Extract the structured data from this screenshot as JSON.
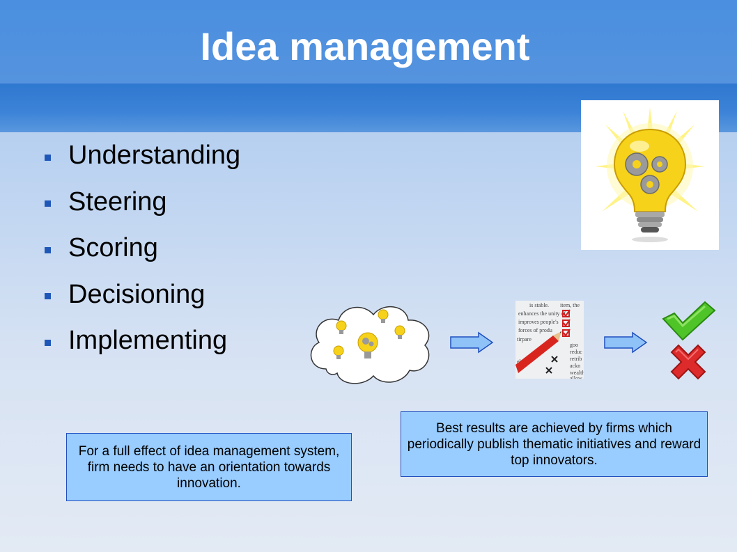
{
  "slide": {
    "title": "Idea management",
    "bullets": [
      {
        "label": "Understanding"
      },
      {
        "label": "Steering"
      },
      {
        "label": "Scoring"
      },
      {
        "label": "Decisioning"
      },
      {
        "label": "Implementing"
      }
    ],
    "note_left": "For a full effect of idea management system, firm needs to have an orientation towards innovation.",
    "note_right": "Best results are achieved by firms which periodically publish thematic initiatives and reward top innovators.",
    "checklist_snippets": [
      "is stable.",
      "item, the",
      "enhances the unity of",
      "improves people's",
      "forces of produ",
      "tirpare",
      "goo",
      "reduc",
      "retrib",
      "ackn",
      "wealth",
      "elect",
      "allow"
    ]
  },
  "colors": {
    "header_top": "#4a8fe0",
    "header_band": "#2f78d0",
    "bullet_marker": "#1f57b8",
    "note_fill": "#99ccff",
    "note_border": "#1e4fbf",
    "arrow_fill": "#8fc2f7",
    "arrow_stroke": "#1e4fbf"
  },
  "icons": [
    "lightbulb-gears-icon",
    "idea-cloud-icon",
    "arrow-right-icon",
    "checklist-icon",
    "check-icon",
    "cross-icon"
  ]
}
